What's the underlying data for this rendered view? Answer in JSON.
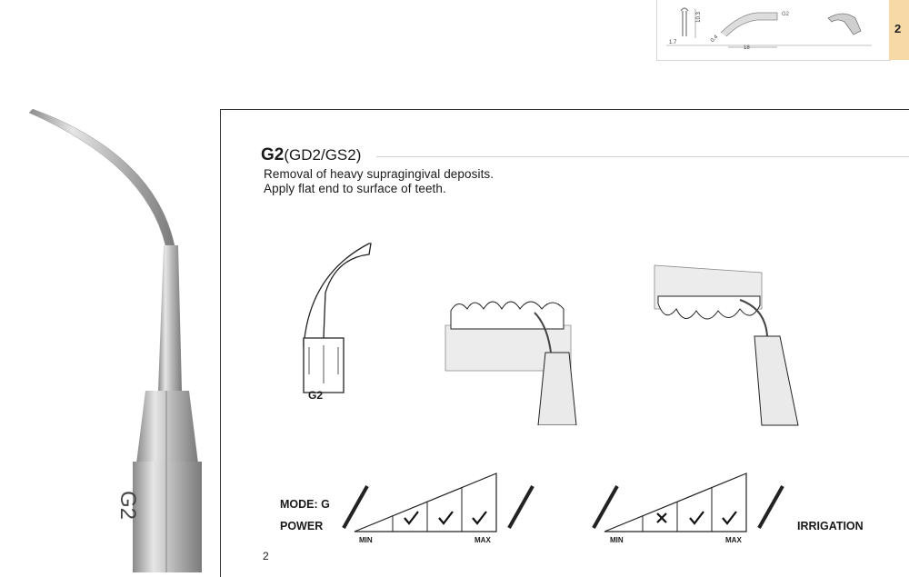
{
  "corner": {
    "page_number": "2",
    "dim_height": "10.3",
    "dim_width": "1.7",
    "dim_tip": "0.4",
    "dim_length": "18",
    "tip_label": "G2"
  },
  "tip_engraving": "G2",
  "card": {
    "title_code": "G2",
    "title_variants": "(GD2/GS2)",
    "desc_line1": "Removal of heavy supragingival deposits.",
    "desc_line2": "Apply flat end to surface of teeth.",
    "drawing_label": "G2",
    "mode_label": "MODE: G",
    "power_label": "POWER",
    "irrigation_label": "IRRIGATION",
    "power_min": "MIN",
    "power_max": "MAX",
    "irrigation_min": "MIN",
    "irrigation_max": "MAX",
    "page_number": "2"
  },
  "settings": {
    "power": [
      "check",
      "check",
      "check"
    ],
    "irrigation": [
      "cross",
      "check",
      "check"
    ]
  }
}
